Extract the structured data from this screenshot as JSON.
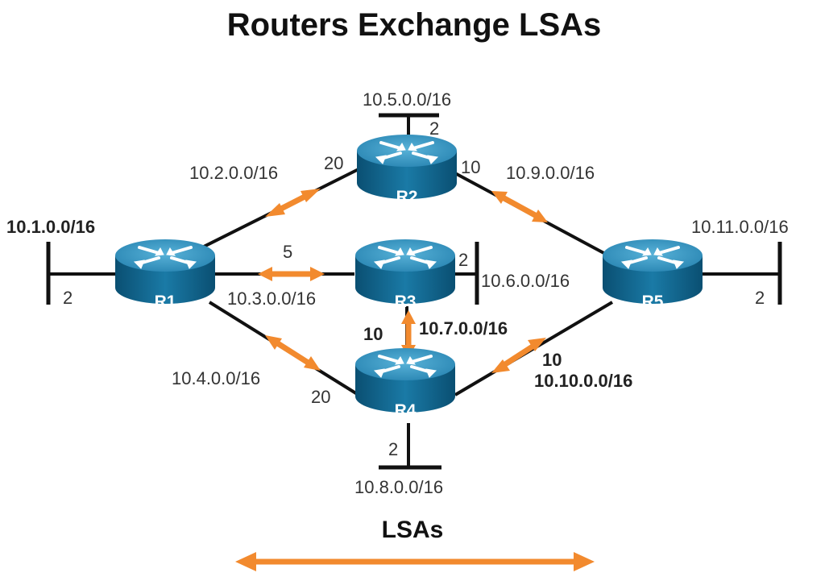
{
  "title": "Routers Exchange LSAs",
  "routers": [
    {
      "id": "R1",
      "label": "R1"
    },
    {
      "id": "R2",
      "label": "R2"
    },
    {
      "id": "R3",
      "label": "R3"
    },
    {
      "id": "R4",
      "label": "R4"
    },
    {
      "id": "R5",
      "label": "R5"
    }
  ],
  "networks": {
    "n1": "10.1.0.0/16",
    "n2": "10.2.0.0/16",
    "n3": "10.3.0.0/16",
    "n4": "10.4.0.0/16",
    "n5": "10.5.0.0/16",
    "n6": "10.6.0.0/16",
    "n7": "10.7.0.0/16",
    "n8": "10.8.0.0/16",
    "n9": "10.9.0.0/16",
    "n10": "10.10.0.0/16",
    "n11": "10.11.0.0/16"
  },
  "costs": {
    "r1_stub": "2",
    "r1_r2": "20",
    "r2_stub": "2",
    "r2_r5": "10",
    "r1_r3": "5",
    "r3_stub": "2",
    "r3_r4": "10",
    "r1_r4": "20",
    "r4_stub": "2",
    "r4_r5": "10",
    "r5_stub": "2"
  },
  "legend": {
    "label": "LSAs"
  },
  "colors": {
    "lsa_arrow": "#f28a2e",
    "router_top": "#2f8fb8",
    "router_side": "#0e5f86",
    "link": "#111111"
  }
}
